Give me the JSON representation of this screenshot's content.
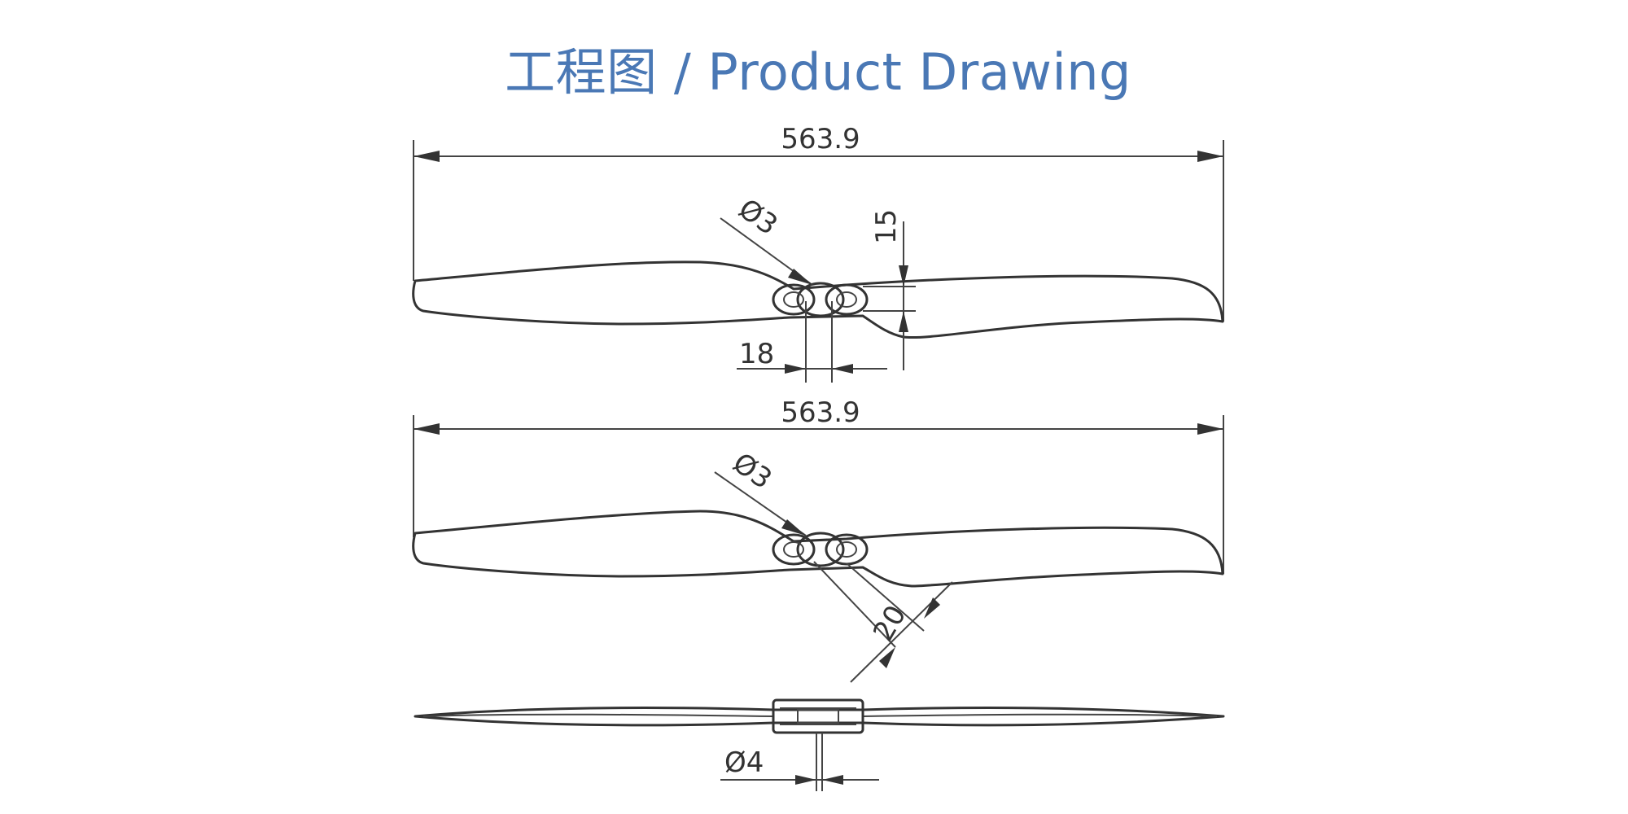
{
  "header": {
    "title": "工程图 / Product Drawing"
  },
  "drawing": {
    "top_view": {
      "overall_length": "563.9",
      "hole_diameter": "Ø3",
      "hub_height": "15",
      "hub_offset": "18"
    },
    "rotated_view": {
      "overall_length": "563.9",
      "hole_diameter": "Ø3",
      "hub_width": "20"
    },
    "side_view": {
      "shaft_diameter": "Ø4"
    }
  },
  "colors": {
    "title": "#4a78b5",
    "line": "#333333",
    "background": "#ffffff"
  }
}
